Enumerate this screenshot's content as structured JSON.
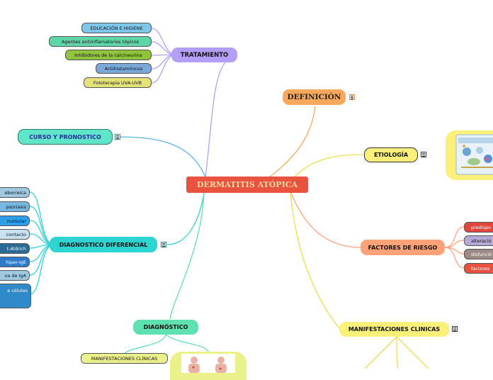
{
  "center": {
    "label": "DERMATITIS ATÓPICA"
  },
  "definicion": {
    "label": "DEFINICIÓN"
  },
  "tratamiento": {
    "label": "TRATAMIENTO",
    "items": [
      "EDUCACIÓN E HIGIENE",
      "Agentes antiinflamatorios tópicos",
      "Inhibidores de la calcineurina",
      "Antihistamínicos",
      "Fototerapia UVA-UVB"
    ]
  },
  "curso": {
    "label": "CURSO Y PRONOSTICO"
  },
  "etiologia": {
    "label": "ETIOLOGÍA"
  },
  "factores": {
    "label": "FACTORES DE RIESGO",
    "items": [
      "predispo",
      "alteració",
      "disfunció",
      "factores"
    ]
  },
  "diferencial": {
    "label": "DIAGNOSTICO DIFERENCIAL",
    "items": [
      "eborreica",
      "psoriasis",
      "numular",
      "contacto",
      "t-Aldrich",
      "hiper-IgE",
      "va de IgA",
      "e células"
    ]
  },
  "diagnostico": {
    "label": "DIAGNÓSTICO",
    "items": [
      "MANIFESTACIONES CLÍNICAS"
    ]
  },
  "manifestaciones": {
    "label": "MANIFESTACIONES CLINICAS"
  },
  "colors": {
    "center": "#e8523f",
    "center_text": "#f4d9a0",
    "definicion": "#f9a85c",
    "tratamiento": "#b39ff5",
    "curso": "#5fe6c8",
    "etiologia": "#fbf07a",
    "factores": "#ffa27a",
    "diferencial": "#2ed4d2",
    "diagnostico": "#5fe0b0",
    "manifestaciones": "#fbf07a"
  }
}
